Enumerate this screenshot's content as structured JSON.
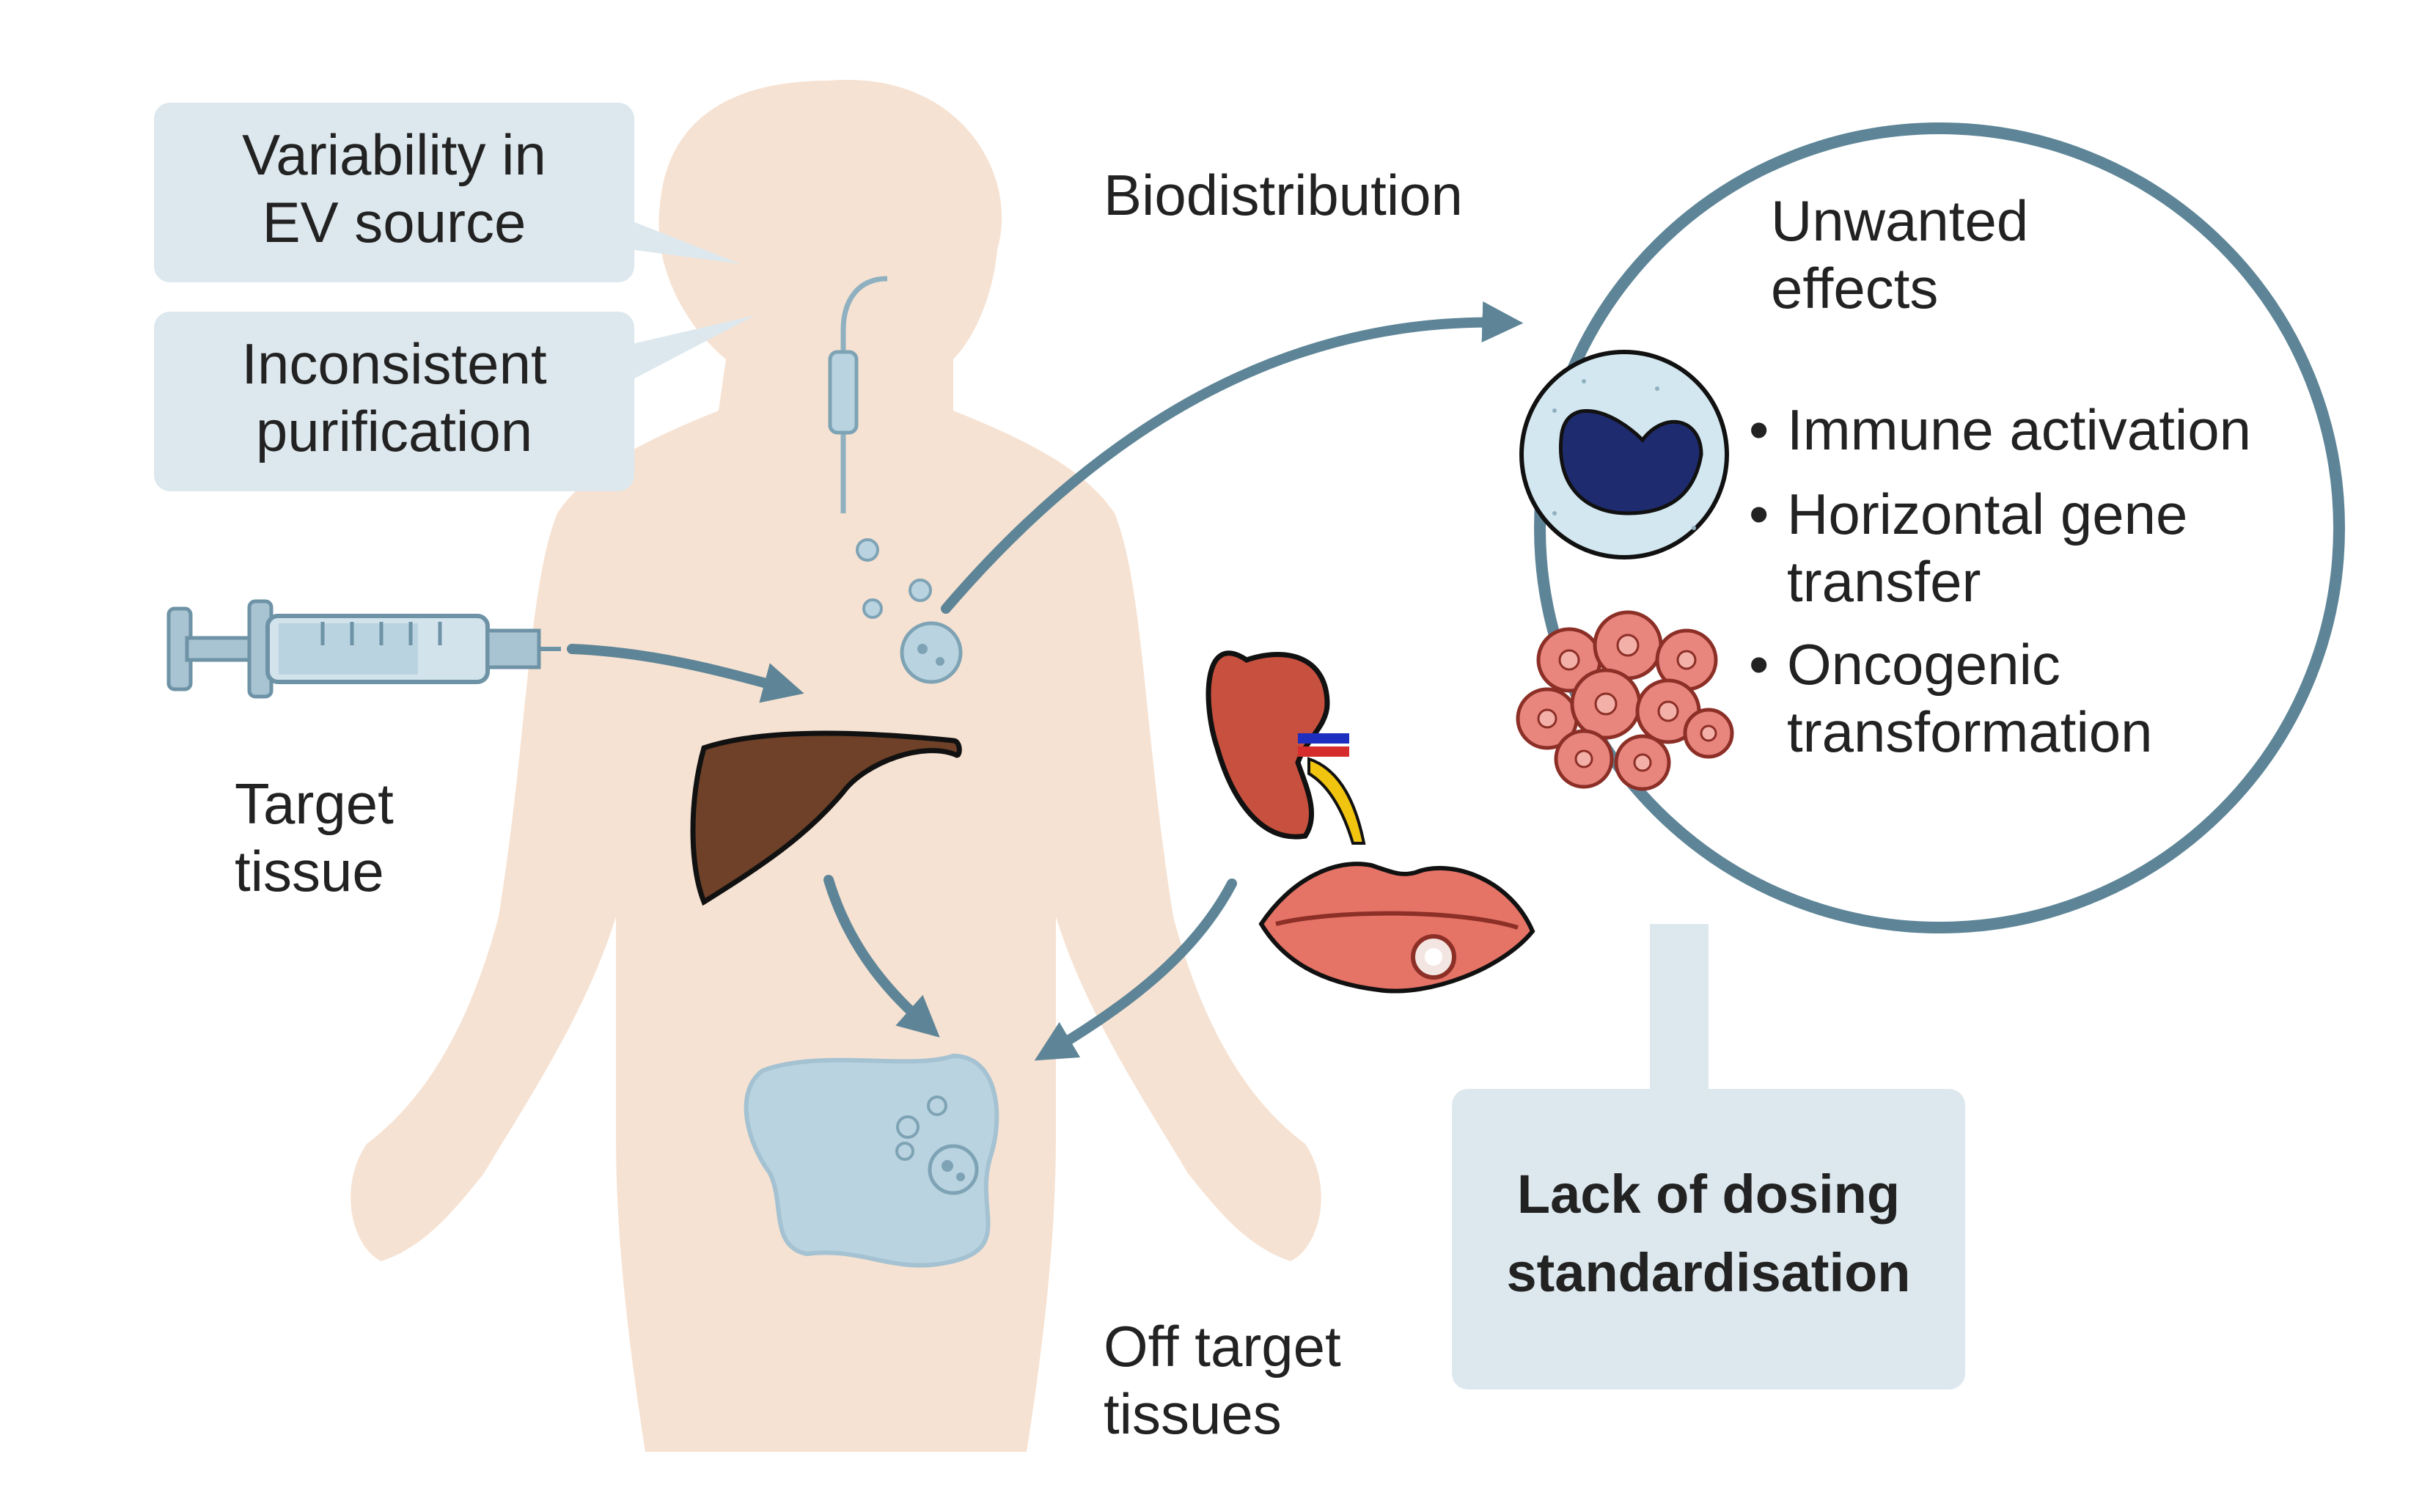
{
  "callouts": {
    "variability_line1": "Variability in",
    "variability_line2": "EV source",
    "purification_line1": "Inconsistent",
    "purification_line2": "purification",
    "dosing_line1": "Lack of dosing",
    "dosing_line2": "standardisation"
  },
  "labels": {
    "biodistribution": "Biodistribution",
    "target_line1": "Target",
    "target_line2": "tissue",
    "offtarget_line1": "Off target",
    "offtarget_line2": "tissues"
  },
  "unwanted": {
    "title_line1": "Unwanted",
    "title_line2": "effects",
    "bullet": "•",
    "item1": "Immune activation",
    "item2_line1": "Horizontal gene",
    "item2_line2": "transfer",
    "item3_line1": "Oncogenic",
    "item3_line2": "transformation"
  },
  "icons": [
    "body-silhouette",
    "iv-drip-icon",
    "syringe-icon",
    "liver-icon",
    "kidney-icon",
    "mouth-lesion-icon",
    "tumor-cell-icon",
    "immune-cell-icon",
    "cancer-cells-icon"
  ],
  "colors": {
    "skin": "#f6e2d2",
    "arrow": "#5e8597",
    "callout_bg": "#dde8ee",
    "liver": "#6e4128",
    "kidney": "#c8503f",
    "lips": "#e57366",
    "immune_nucleus": "#1e2b6e",
    "cancer_cells": "#e8867e",
    "cell_blue": "#b9d3e0"
  }
}
